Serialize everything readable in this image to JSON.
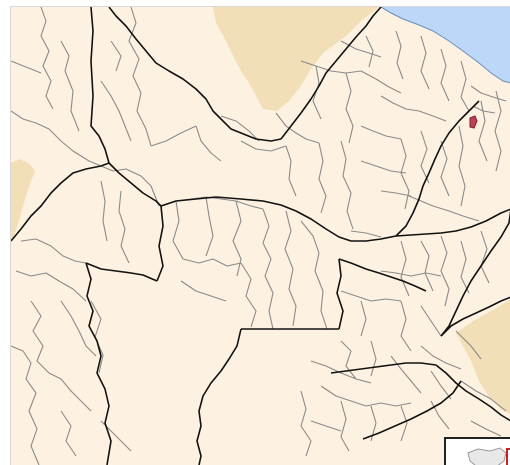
{
  "colors": {
    "land_focus": "#fdf2e2",
    "land_neighbor": "#f2dfb8",
    "ocean": "#bcd7f7",
    "municipal_border": "#8a8a8a",
    "state_border": "#111111",
    "highlight_marker": "#c0425a",
    "inset_frame": "#222222",
    "inset_marker": "#cc2222"
  },
  "map": {
    "type": "locator-map",
    "features": [
      "municipal-boundaries",
      "state-boundaries",
      "ocean",
      "neighboring-regions",
      "highlighted-municipality",
      "overview-inset"
    ]
  }
}
